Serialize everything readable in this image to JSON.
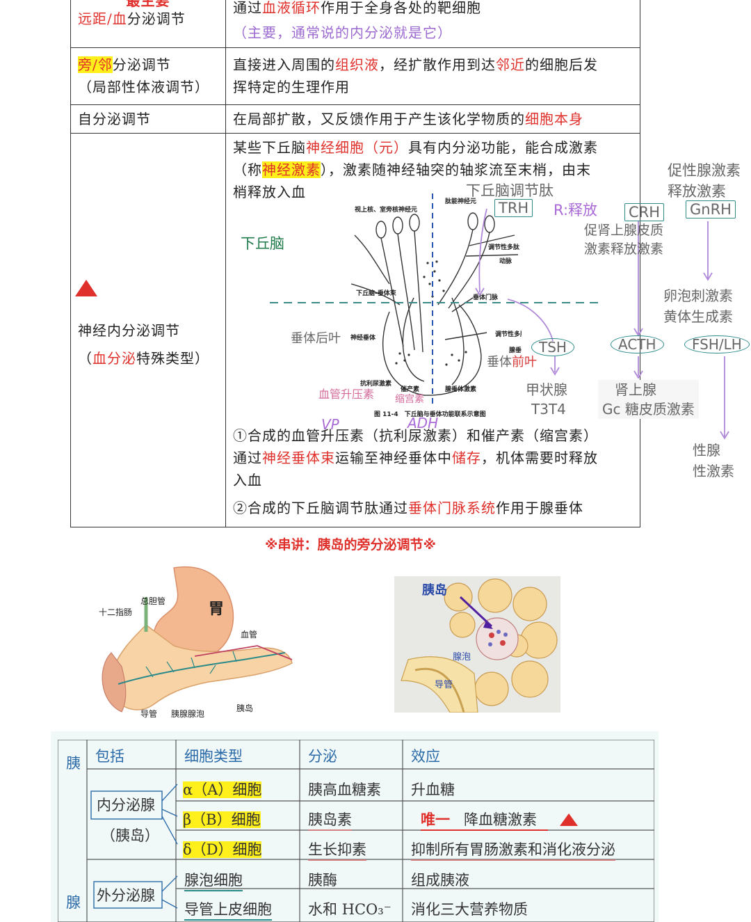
{
  "table1": {
    "row1": {
      "tag_top": "最主要",
      "name_red": "远距/血",
      "name_rest": "分泌调节",
      "desc_pre": "通过",
      "desc_red": "血液循环",
      "desc_post": "作用于全身各处的靶细胞",
      "note": "（主要，通常说的内分泌就是它）"
    },
    "row2": {
      "name_hl": "旁/邻",
      "name_rest": "分泌调节",
      "name_sub": "（局部性体液调节）",
      "desc_a": "直接进入周围的",
      "desc_red1": "组织液",
      "desc_b": "，经扩散作用到达",
      "desc_red2": "邻近",
      "desc_c": "的细胞后发",
      "desc_d": "挥特定的生理作用"
    },
    "row3": {
      "name": "自分泌调节",
      "desc_pre": "在局部扩散，又反馈作用于产生该化学物质的",
      "desc_red": "细胞本身"
    },
    "row4": {
      "name": "神经内分泌调节",
      "sub_pre": "（",
      "sub_red": "血分泌",
      "sub_post": "特殊类型）",
      "p1_a": "某些下丘脑",
      "p1_red": "神经细胞（元）",
      "p1_b": "具有内分泌功能，能合成激素",
      "p1_c": "（称",
      "p1_hl": "神经激素",
      "p1_d": "），激素随神经轴突的轴浆流至末梢，由末",
      "p1_e": "梢释放入血",
      "p2_a": "①合成的血管升压素（抗利尿激素）和催产素（缩宫素）",
      "p2_b": "通过",
      "p2_red1": "神经垂体束",
      "p2_c": "运输至神经垂体中",
      "p2_red2": "储存",
      "p2_d": "，机体需要时释放",
      "p2_e": "入血",
      "p3_a": "②合成的下丘脑调节肽通过",
      "p3_red": "垂体门脉系统",
      "p3_b": "作用于腺垂体"
    }
  },
  "figure": {
    "labels": {
      "nuclei": "视上核、室旁核神经元",
      "peptide_neuron": "肽能神经元",
      "regulatory_peptide": "调节性多肽",
      "artery": "动脉",
      "tract": "下丘脑-垂体束",
      "portal": "垂体门脉",
      "neurohypophysis": "神经垂体",
      "reg_peptide2": "调节性多肽",
      "adenohypophysis": "腺垂体",
      "adh": "抗利尿激素",
      "oxytocin": "催产素",
      "anterior_hormone": "腺垂体激素",
      "caption": "图 11-4　下丘脑与垂体功能联系示意图"
    }
  },
  "annotations": {
    "hypothalamus": "下丘脑",
    "reg_peptide": "下丘脑调节肽",
    "trh": "TRH",
    "r_release": "R:释放",
    "crh": "CRH",
    "gnrh": "GnRH",
    "crh_name1": "促肾上腺皮质",
    "crh_name2": "激素释放激素",
    "gnrh_name1": "促性腺激素",
    "gnrh_name2": "释放激素",
    "posterior": "垂体后叶",
    "anterior_a": "垂体",
    "anterior_b": "前叶",
    "vaso": "血管升压素",
    "shrink": "缩宫素",
    "vp": "VP",
    "adh": "ADH",
    "tsh": "TSH",
    "acth": "ACTH",
    "fsh": "FSH/LH",
    "thyroid": "甲状腺",
    "t3t4": "T3T4",
    "adrenal": "肾上腺",
    "gc": "Gc 糖皮质激素",
    "fsh_name1": "卵泡刺激素",
    "fsh_name2": "黄体生成素",
    "gonad": "性腺",
    "sex_hormone": "性激素"
  },
  "section_title": "※串讲：胰岛的旁分泌调节※",
  "pancreas_img": {
    "bile": "总胆管",
    "duodenum": "十二指肠",
    "stomach": "胃",
    "vessel": "血管",
    "duct": "导管",
    "acinus": "胰腺腺泡",
    "islet": "胰岛"
  },
  "islet_img": {
    "islet": "胰岛",
    "acinus": "腺泡",
    "duct": "导管"
  },
  "table2": {
    "side_top": "胰",
    "side_bottom": "腺",
    "headers": [
      "包括",
      "细胞类型",
      "分泌",
      "效应"
    ],
    "endocrine": "内分泌腺",
    "endocrine_sub": "（胰岛）",
    "exocrine": "外分泌腺",
    "rows": [
      {
        "cell": "α（A）细胞",
        "secrete": "胰高血糖素",
        "effect": "升血糖"
      },
      {
        "cell": "β（B）细胞",
        "secrete": "胰岛素",
        "effect_tag": "唯一",
        "effect": "降血糖激素"
      },
      {
        "cell": "δ（D）细胞",
        "secrete": "生长抑素",
        "effect": "抑制所有胃肠激素和消化液分泌"
      },
      {
        "cell": "腺泡细胞",
        "secrete": "胰酶",
        "effect": "组成胰液"
      },
      {
        "cell": "导管上皮细胞",
        "secrete": "水和 HCO₃⁻",
        "effect": "消化三大营养物质"
      }
    ]
  },
  "colors": {
    "red": "#e0302b",
    "highlight": "#ffef1a",
    "green": "#1f7a4a",
    "teal": "#2b8b8b"
  }
}
